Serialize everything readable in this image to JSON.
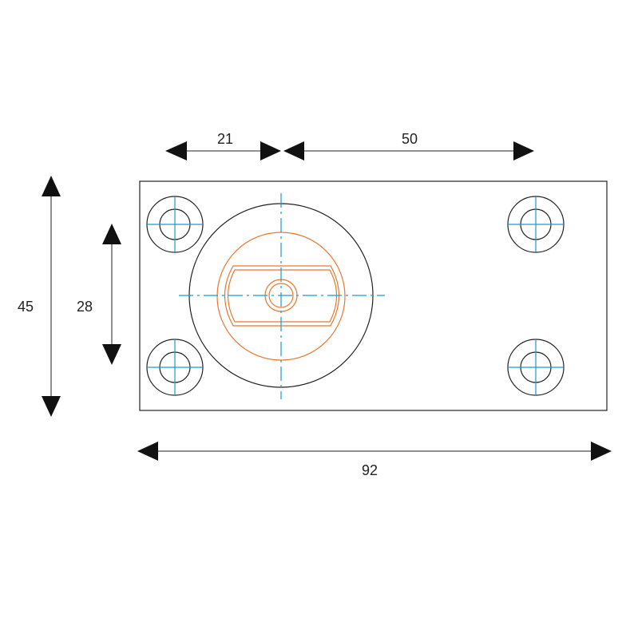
{
  "dimensions": {
    "left_offset": "21",
    "hole_spacing_horizontal": "50",
    "total_height": "45",
    "hole_spacing_vertical": "28",
    "total_width": "92"
  },
  "colors": {
    "outline": "#222222",
    "centerline": "#1a9ad6",
    "socket": "#e8772e"
  }
}
